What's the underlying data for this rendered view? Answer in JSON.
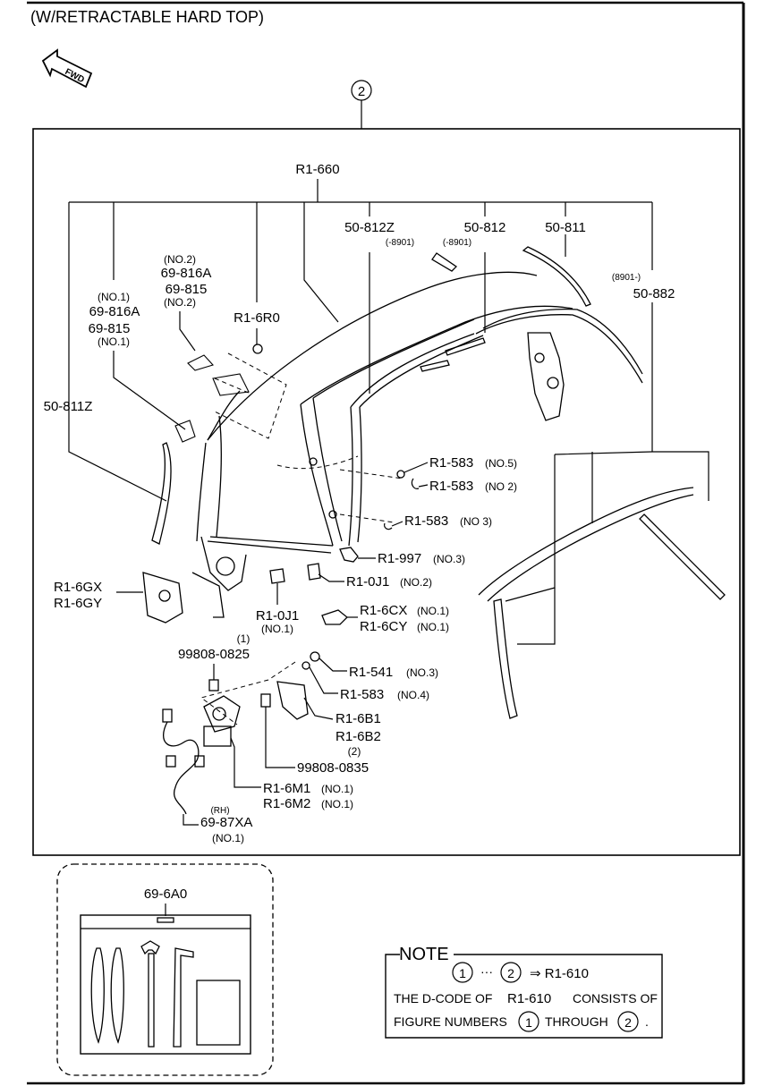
{
  "title": "(W/RETRACTABLE HARD TOP)",
  "fwd_label": "FWD",
  "group_number": "2",
  "labels": {
    "r1_660": "R1-660",
    "p50_812z": "50-812Z",
    "p50_812z_note": "(-8901)",
    "p50_812": "50-812",
    "p50_812_note": "(-8901)",
    "p50_811": "50-811",
    "p50_882_note": "(8901-)",
    "p50_882": "50-882",
    "no2_a": "(NO.2)",
    "p69_816a_a": "69-816A",
    "p69_815_a": "69-815",
    "no2_b": "(NO.2)",
    "no1_a": "(NO.1)",
    "p69_816a_b": "69-816A",
    "p69_815_b": "69-815",
    "no1_b": "(NO.1)",
    "r1_6r0": "R1-6R0",
    "p50_811z": "50-811Z",
    "r1_583_no5": "R1-583",
    "r1_583_no5_note": "(NO.5)",
    "r1_583_no2": "R1-583",
    "r1_583_no2_note": "(NO 2)",
    "r1_583_no3": "R1-583",
    "r1_583_no3_note": "(NO 3)",
    "r1_997": "R1-997",
    "r1_997_note": "(NO.3)",
    "r1_0j1_no2": "R1-0J1",
    "r1_0j1_no2_note": "(NO.2)",
    "r1_6gx": "R1-6GX",
    "r1_6gy": "R1-6GY",
    "r1_0j1_no1": "R1-0J1",
    "r1_0j1_no1_note": "(NO.1)",
    "r1_6cx": "R1-6CX",
    "r1_6cx_note": "(NO.1)",
    "r1_6cy": "R1-6CY",
    "r1_6cy_note": "(NO.1)",
    "p99808_0825_note": "(1)",
    "p99808_0825": "99808-0825",
    "r1_541": "R1-541",
    "r1_541_note": "(NO.3)",
    "r1_583_no4": "R1-583",
    "r1_583_no4_note": "(NO.4)",
    "r1_6b1": "R1-6B1",
    "r1_6b2": "R1-6B2",
    "r1_6b2_note": "(2)",
    "p99808_0835": "99808-0835",
    "r1_6m1": "R1-6M1",
    "r1_6m1_note": "(NO.1)",
    "r1_6m2": "R1-6M2",
    "r1_6m2_note": "(NO.1)",
    "rh_note": "(RH)",
    "p69_87xa": "69-87XA",
    "p69_87xa_note": "(NO.1)",
    "p69_6a0": "69-6A0"
  },
  "note": {
    "heading": "NOTE",
    "circle_1": "1",
    "circle_2": "2",
    "dots": "···",
    "arrow_text": "⇒ R1-610",
    "line2_a": "THE D-CODE OF",
    "line2_b": "R1-610",
    "line2_c": "CONSISTS OF",
    "line3_a": "FIGURE NUMBERS",
    "line3_b": "THROUGH",
    "line3_end": "."
  }
}
